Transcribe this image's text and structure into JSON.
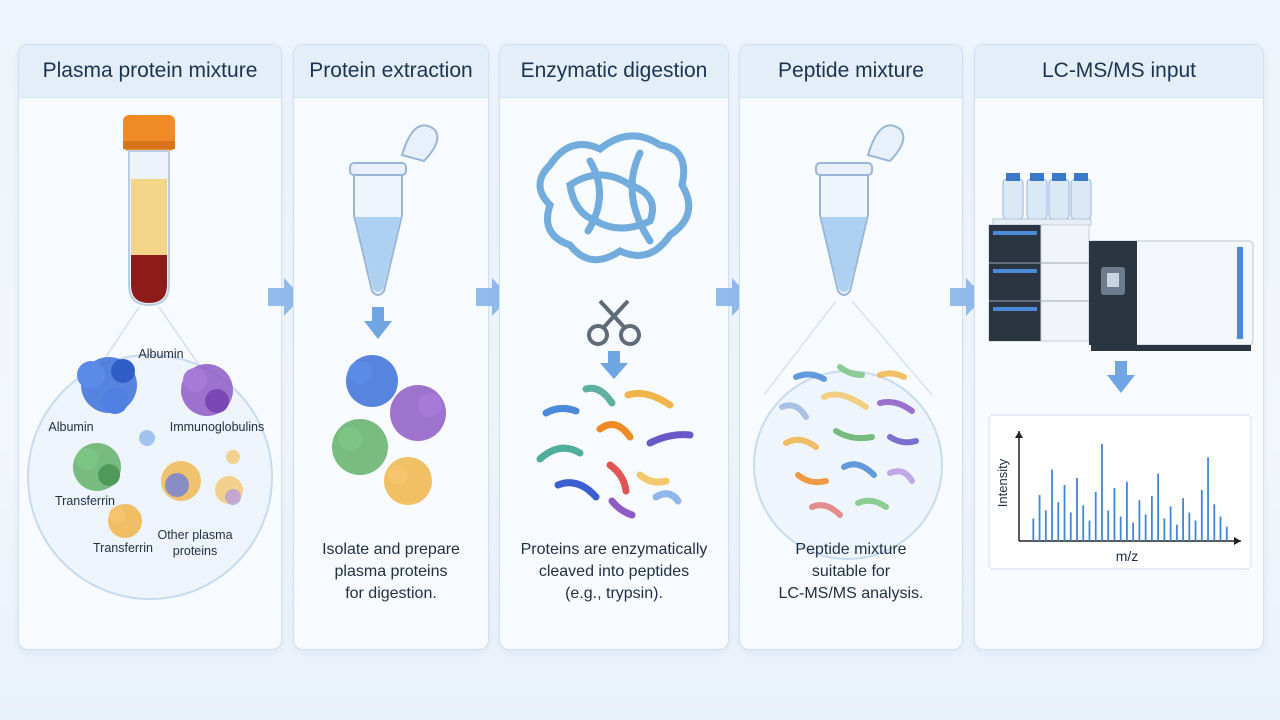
{
  "steps": [
    {
      "title": "Plasma protein mixture",
      "labels": {
        "albumin_top": "Albumin",
        "albumin_left": "Albumin",
        "immunoglobulins": "Immunoglobulins",
        "transferrin_left": "Transferrin",
        "transferrin_bottom": "Transferrin",
        "other_line1": "Other plasma",
        "other_line2": "proteins"
      }
    },
    {
      "title": "Protein extraction",
      "description": "Isolate and prepare\nplasma proteins\nfor digestion."
    },
    {
      "title": "Enzymatic digestion",
      "description": "Proteins are enzymatically\ncleaved into peptides\n(e.g., trypsin)."
    },
    {
      "title": "Peptide mixture",
      "description": "Peptide mixture\nsuitable for\nLC-MS/MS analysis."
    },
    {
      "title": "LC-MS/MS input",
      "spectrum": {
        "ylabel": "Intensity",
        "xlabel": "m/z",
        "peaks": [
          {
            "mz": 0.04,
            "i": 0.22
          },
          {
            "mz": 0.07,
            "i": 0.45
          },
          {
            "mz": 0.1,
            "i": 0.3
          },
          {
            "mz": 0.13,
            "i": 0.7
          },
          {
            "mz": 0.16,
            "i": 0.38
          },
          {
            "mz": 0.19,
            "i": 0.55
          },
          {
            "mz": 0.22,
            "i": 0.28
          },
          {
            "mz": 0.25,
            "i": 0.62
          },
          {
            "mz": 0.28,
            "i": 0.35
          },
          {
            "mz": 0.31,
            "i": 0.2
          },
          {
            "mz": 0.34,
            "i": 0.48
          },
          {
            "mz": 0.37,
            "i": 0.95
          },
          {
            "mz": 0.4,
            "i": 0.3
          },
          {
            "mz": 0.43,
            "i": 0.52
          },
          {
            "mz": 0.46,
            "i": 0.24
          },
          {
            "mz": 0.49,
            "i": 0.58
          },
          {
            "mz": 0.52,
            "i": 0.18
          },
          {
            "mz": 0.55,
            "i": 0.4
          },
          {
            "mz": 0.58,
            "i": 0.26
          },
          {
            "mz": 0.61,
            "i": 0.44
          },
          {
            "mz": 0.64,
            "i": 0.66
          },
          {
            "mz": 0.67,
            "i": 0.22
          },
          {
            "mz": 0.7,
            "i": 0.34
          },
          {
            "mz": 0.73,
            "i": 0.16
          },
          {
            "mz": 0.76,
            "i": 0.42
          },
          {
            "mz": 0.79,
            "i": 0.28
          },
          {
            "mz": 0.82,
            "i": 0.2
          },
          {
            "mz": 0.85,
            "i": 0.5
          },
          {
            "mz": 0.88,
            "i": 0.82
          },
          {
            "mz": 0.91,
            "i": 0.36
          },
          {
            "mz": 0.94,
            "i": 0.24
          },
          {
            "mz": 0.97,
            "i": 0.14
          }
        ]
      }
    }
  ],
  "colors": {
    "accent": "#5b9be0",
    "arrow": "#7fb0e8",
    "plasma": "#f3d27a",
    "blood": "#8e1a1a",
    "cap": "#f08a24",
    "albumin": "#3b6fd8",
    "immunoglobulin": "#8e5bc6",
    "transferrin": "#62b06a",
    "other": "#f0b54a"
  }
}
